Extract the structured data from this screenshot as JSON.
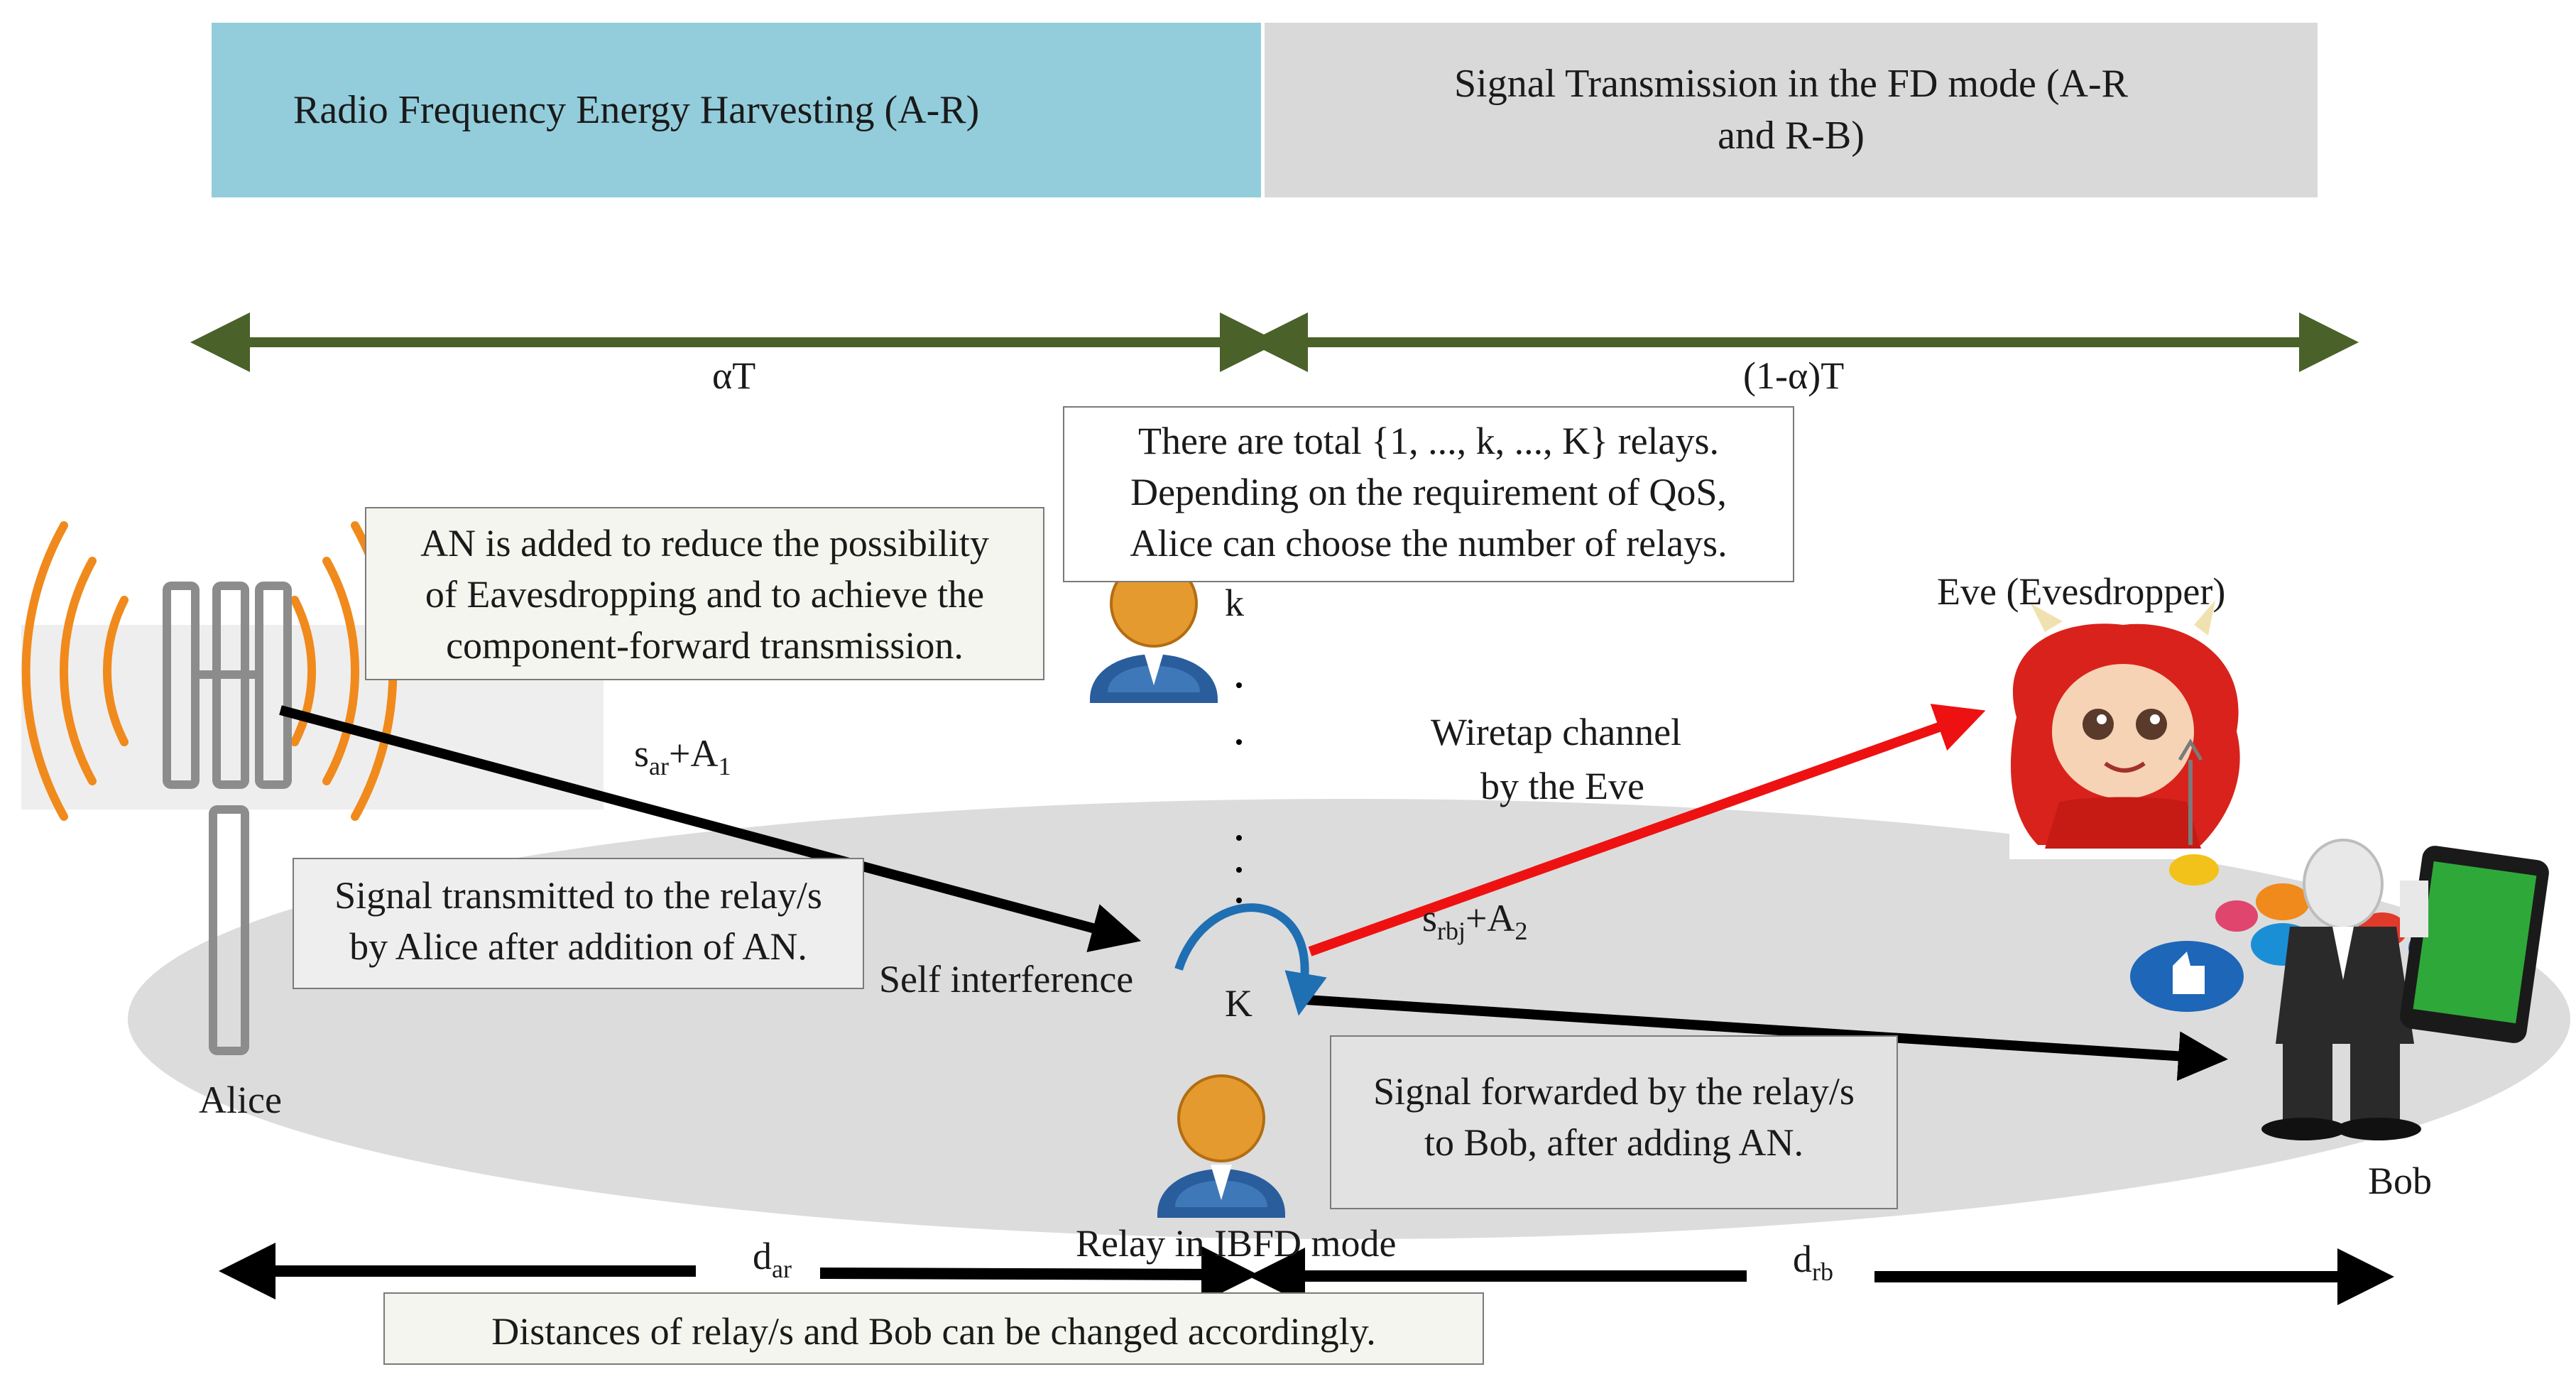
{
  "phases": {
    "energy_harvesting": "Radio Frequency Energy Harvesting (A-R)",
    "signal_transmission": "Signal Transmission in the FD mode (A-R\nand R-B)"
  },
  "timeline": {
    "alpha_t": "αT",
    "one_minus_alpha_t": "(1-α)T"
  },
  "notes": {
    "artificial_noise": "AN is added to reduce the possibility\nof Eavesdropping and to achieve the\ncomponent-forward transmission.",
    "relays": "There are total {1, ..., k, ..., K} relays.\nDepending on the requirement of QoS,\nAlice can choose the number of relays.",
    "alice_tx": "Signal transmitted to the relay/s\nby Alice after addition of AN.",
    "relay_fwd": "Signal forwarded by the relay/s\nto Bob, after adding AN.",
    "distances": "Distances of relay/s  and Bob can be changed accordingly."
  },
  "labels": {
    "alice": "Alice",
    "bob": "Bob",
    "eve": "Eve (Evesdropper)",
    "wiretap_line1": "Wiretap channel",
    "wiretap_line2": "by the Eve",
    "self_interference": "Self interference",
    "relay_mode": "Relay in IBFD mode",
    "relay_k": "k",
    "relay_K": "K",
    "s_ar": "s",
    "s_ar_sub": "ar",
    "plus_a1": "+A",
    "a1_sub": "1",
    "s_rb": "s",
    "s_rb_sub": "rbj",
    "plus_a2": "+A",
    "a2_sub": "2",
    "d_ar": "d",
    "d_ar_sub": "ar",
    "d_rb": "d",
    "d_rb_sub": "rb"
  },
  "colors": {
    "energy_phase": "#93cddb",
    "signal_phase": "#d9d9d9",
    "timeline_arrow": "#4a6129",
    "signal_arrow": "#000000",
    "wiretap_arrow": "#ee1111",
    "self_interference_arrow": "#1f6fb3",
    "antenna_wave": "#f08a1c",
    "coverage_ellipse": "#dcdcdc"
  },
  "icons": [
    "cell-tower-icon",
    "relay-user-icon",
    "eve-devil-icon",
    "bob-smartphone-icon",
    "social-media-icons"
  ]
}
